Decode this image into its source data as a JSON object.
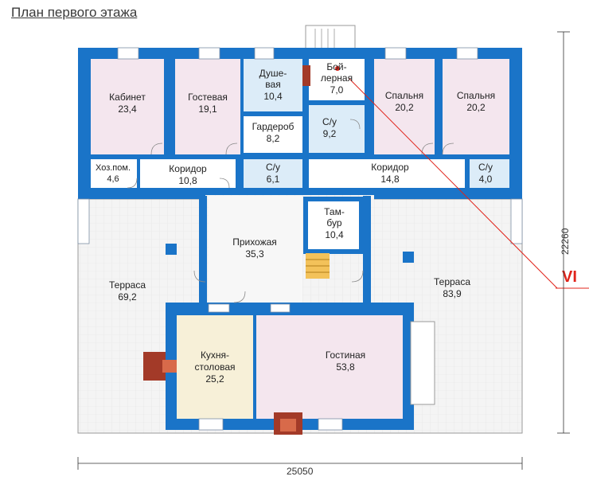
{
  "header": {
    "title": "План первого этажа"
  },
  "section_mark": "VI",
  "dimensions": {
    "width": "25050",
    "height": "22260"
  },
  "colors": {
    "wall": "#1a74c8",
    "room_pink": "#f4e6ee",
    "room_blue": "#dcecf8",
    "kitchen": "#f7f0d8",
    "floor_tile": "#f2f2f2",
    "chimney": "#a33a28",
    "section_line": "#e0241b"
  },
  "rooms": {
    "kabinet": {
      "name": "Кабинет",
      "area": "23,4"
    },
    "gostevaya": {
      "name": "Гостевая",
      "area": "19,1"
    },
    "dush_1": {
      "name": "Душе-",
      "area": "10,4"
    },
    "dush_2": {
      "name": "вая"
    },
    "boiler_1": {
      "name": "Бой-",
      "area": "7,0"
    },
    "boiler_2": {
      "name": "лерная"
    },
    "spalnya1": {
      "name": "Спальня",
      "area": "20,2"
    },
    "spalnya2": {
      "name": "Спальня",
      "area": "20,2"
    },
    "garderob": {
      "name": "Гардероб",
      "area": "8,2"
    },
    "su_92": {
      "name": "С/у",
      "area": "9,2"
    },
    "hoz": {
      "name": "Хоз.пом.",
      "area": "4,6"
    },
    "koridor1": {
      "name": "Коридор",
      "area": "10,8"
    },
    "su_61": {
      "name": "С/у",
      "area": "6,1"
    },
    "koridor2": {
      "name": "Коридор",
      "area": "14,8"
    },
    "su_40": {
      "name": "С/у",
      "area": "4,0"
    },
    "tambur_1": {
      "name": "Там-",
      "area": "10,4"
    },
    "tambur_2": {
      "name": "бур"
    },
    "prihozhaya": {
      "name": "Прихожая",
      "area": "35,3"
    },
    "terrace_l": {
      "name": "Терраса",
      "area": "69,2"
    },
    "terrace_r": {
      "name": "Терраса",
      "area": "83,9"
    },
    "kitchen_1": {
      "name": "Кухня-",
      "area": "25,2"
    },
    "kitchen_2": {
      "name": "столовая"
    },
    "gostinaya": {
      "name": "Гостиная",
      "area": "53,8"
    }
  }
}
